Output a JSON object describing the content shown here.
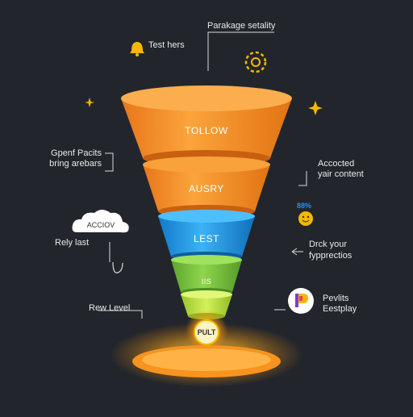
{
  "labels": {
    "top_center": "Parakage setality",
    "top_left": "Test hers",
    "left_1_line1": "Gpenf Pacits",
    "left_1_line2": "bring arebars",
    "left_2": "Rely last",
    "left_3": "Rew Level",
    "right_1_line1": "Accocted",
    "right_1_line2": "yair content",
    "right_2_line1": "Drck your",
    "right_2_line2": "fypprectios",
    "right_3_line1": "Pevlits",
    "right_3_line2": "Eestplay"
  },
  "funnel": {
    "stages": [
      {
        "label": "TOLLOW",
        "color": "#f7931e"
      },
      {
        "label": "AUSRY",
        "color": "#f7931e"
      },
      {
        "label": "LEST",
        "color": "#1e9be9"
      },
      {
        "label": "IIS",
        "color": "#7ac943"
      },
      {
        "label": "",
        "color": "#b5e03c"
      }
    ],
    "bottom_badge": "PULT"
  },
  "cloud": {
    "text": "ACCIOV"
  },
  "percent_badge": "88%",
  "colors": {
    "background": "#22262c",
    "orange": "#f7931e",
    "blue": "#1e9be9",
    "green": "#7ac943",
    "gold": "#f5b800"
  },
  "icons": [
    "bell-icon",
    "gear-icon",
    "star-icon",
    "cloud-icon",
    "smiley-icon",
    "p-logo-icon"
  ]
}
